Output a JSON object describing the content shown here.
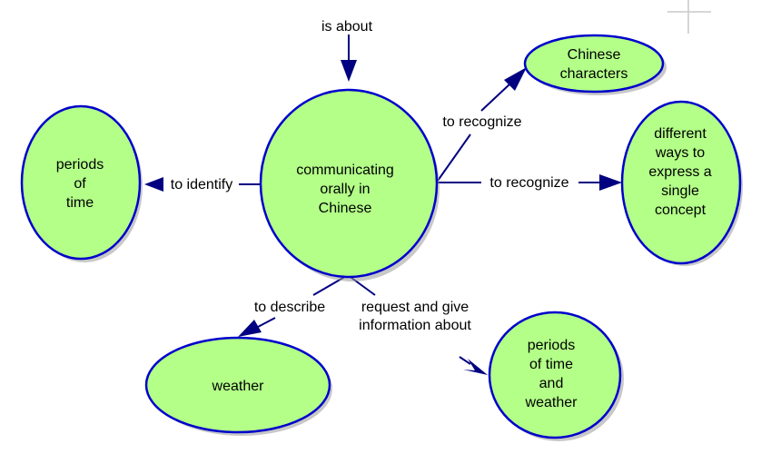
{
  "diagram": {
    "type": "concept-map",
    "colors": {
      "node_fill": "#b3ff88",
      "node_border": "#0000cc",
      "edge": "#000080",
      "text": "#000000"
    },
    "nodes": [
      {
        "id": "center",
        "lines": [
          "communicating",
          "orally in",
          "Chinese"
        ]
      },
      {
        "id": "periods_of_time",
        "lines": [
          "periods",
          "of",
          "time"
        ]
      },
      {
        "id": "chinese_characters",
        "lines": [
          "Chinese",
          "characters"
        ]
      },
      {
        "id": "different_ways",
        "lines": [
          "different",
          "ways to",
          "express a",
          "single",
          "concept"
        ]
      },
      {
        "id": "weather",
        "lines": [
          "weather"
        ]
      },
      {
        "id": "periods_time_weather",
        "lines": [
          "periods",
          "of time",
          "and",
          "weather"
        ]
      }
    ],
    "links": [
      {
        "id": "is_about",
        "from": null,
        "to": "center",
        "lines": [
          "is about"
        ]
      },
      {
        "id": "to_identify",
        "from": "center",
        "to": "periods_of_time",
        "lines": [
          "to identify"
        ]
      },
      {
        "id": "to_recognize_1",
        "from": "center",
        "to": "chinese_characters",
        "lines": [
          "to recognize"
        ]
      },
      {
        "id": "to_recognize_2",
        "from": "center",
        "to": "different_ways",
        "lines": [
          "to recognize"
        ]
      },
      {
        "id": "to_describe",
        "from": "center",
        "to": "weather",
        "lines": [
          "to describe"
        ]
      },
      {
        "id": "request_give",
        "from": "center",
        "to": "periods_time_weather",
        "lines": [
          "request and give",
          "information about"
        ]
      }
    ]
  }
}
